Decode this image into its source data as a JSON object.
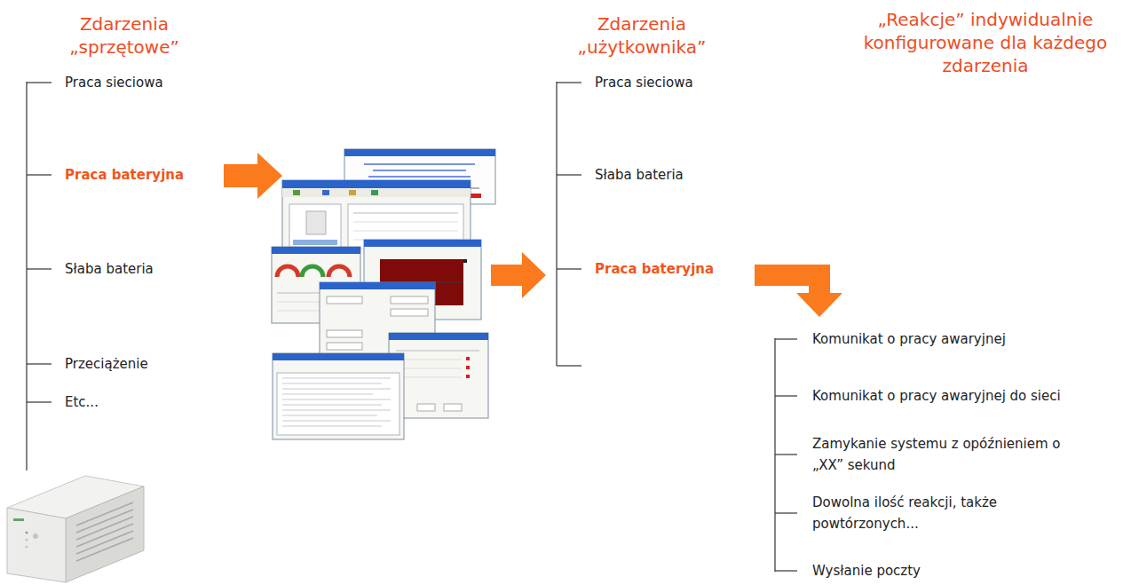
{
  "diagram": {
    "labels": [
      "Zdarzenia „sprzętowe”",
      "Praca sieciowa",
      "Praca bateryjna",
      "Słaba bateria",
      "Przeciążenie",
      "Etc...",
      "Zdarzenia „użytkownika”",
      "Praca sieciowa",
      "Słaba bateria",
      "Praca bateryjna",
      "„Reakcje” indywidualnie konfigurowane dla każdego zdarzenia",
      "Komunikat o pracy awaryjnej",
      "Komunikat o pracy awaryjnej do sieci",
      "Zamykanie systemu z opóźnieniem o „XX” sekund",
      "Dowolna ilość reakcji, także powtórzonych...",
      "Wysłanie poczty"
    ]
  }
}
